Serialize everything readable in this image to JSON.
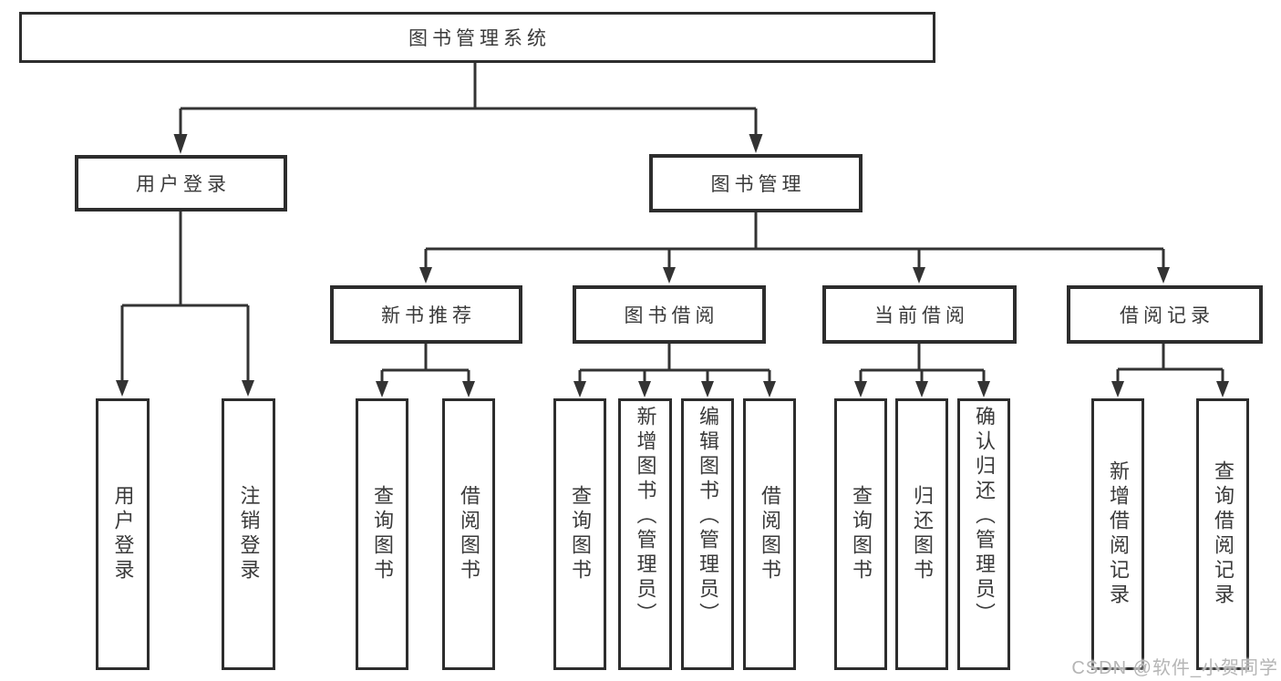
{
  "page": {
    "watermark": "CSDN @软件_小贺同学"
  },
  "colors": {
    "line": "#333333",
    "box_border": "#2d2d2d",
    "text": "#3a3a3a",
    "watermark": "#b5b5b5",
    "background": "#ffffff"
  },
  "tree": {
    "root": {
      "label": "图书管理系统",
      "children": [
        {
          "label": "用户登录",
          "children": [
            {
              "label": "用户登录"
            },
            {
              "label": "注销登录"
            }
          ]
        },
        {
          "label": "图书管理",
          "children": [
            {
              "label": "新书推荐",
              "children": [
                {
                  "label": "查询图书"
                },
                {
                  "label": "借阅图书"
                }
              ]
            },
            {
              "label": "图书借阅",
              "children": [
                {
                  "label": "查询图书"
                },
                {
                  "label": "新增图书（管理员）"
                },
                {
                  "label": "编辑图书（管理员）"
                },
                {
                  "label": "借阅图书"
                }
              ]
            },
            {
              "label": "当前借阅",
              "children": [
                {
                  "label": "查询图书"
                },
                {
                  "label": "归还图书"
                },
                {
                  "label": "确认归还（管理员）"
                }
              ]
            },
            {
              "label": "借阅记录",
              "children": [
                {
                  "label": "新增借阅记录"
                },
                {
                  "label": "查询借阅记录"
                }
              ]
            }
          ]
        }
      ]
    }
  }
}
